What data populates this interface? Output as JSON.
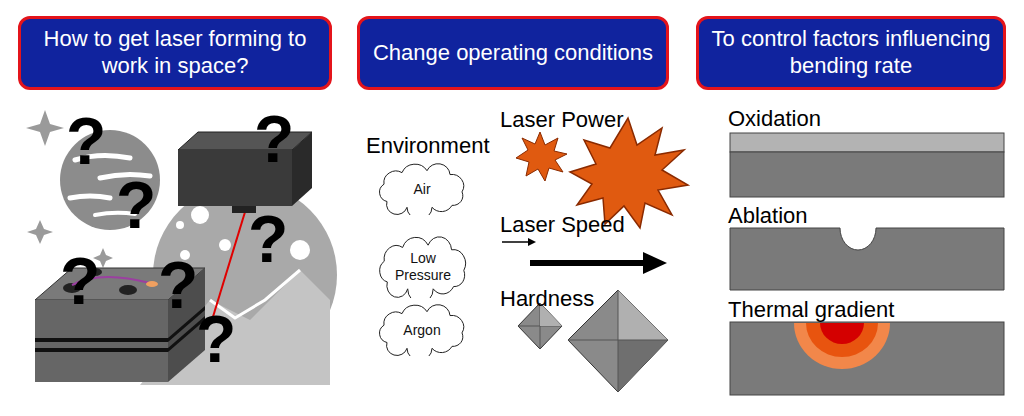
{
  "diagram": {
    "nodes": [
      {
        "text": [
          "How to get laser forming to work in space?"
        ]
      },
      {
        "text": [
          "Change operating conditions"
        ]
      },
      {
        "text": [
          "To control factors influencing bending rate"
        ]
      },
      {
        "text": [
          "Air"
        ]
      },
      {
        "text": [
          "Low Pressure"
        ]
      },
      {
        "text": [
          "Argon"
        ]
      }
    ],
    "edges": [],
    "labels": [
      "?",
      "?",
      "?",
      "?",
      "?",
      "?",
      "?",
      "Environment",
      "Laser Power",
      "Laser Speed",
      "Hardness",
      "Oxidation",
      "Ablation",
      "Thermal gradient"
    ]
  }
}
